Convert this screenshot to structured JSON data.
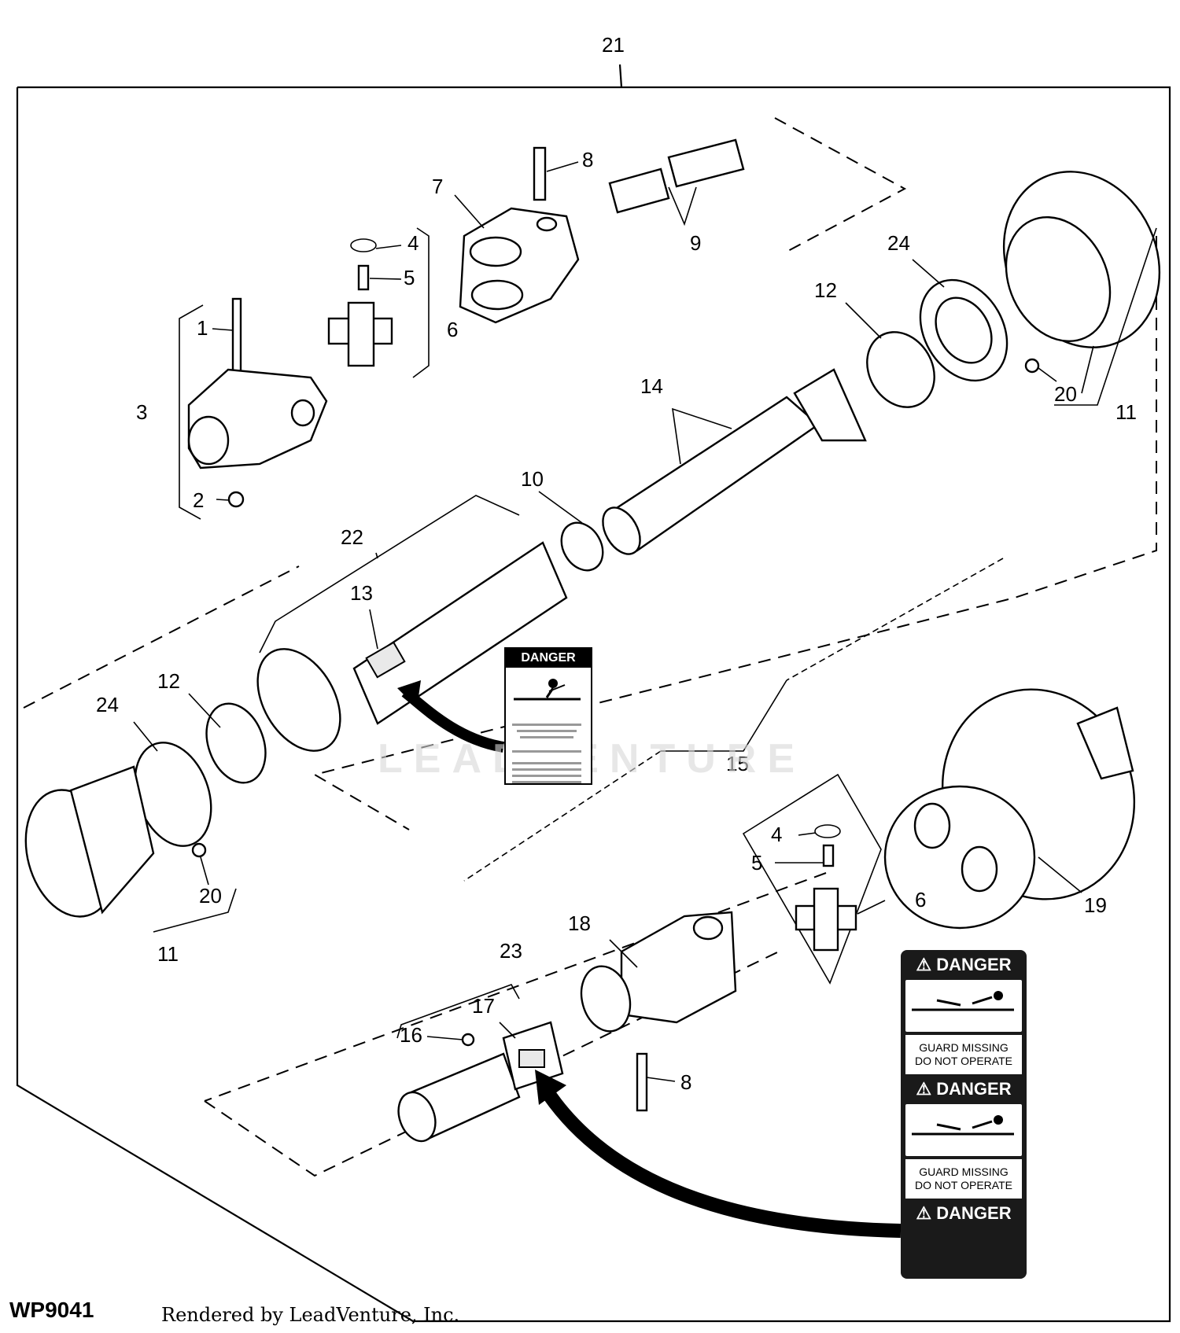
{
  "diagram": {
    "id_label": "WP9041",
    "credit": "Rendered by LeadVenture, Inc.",
    "watermark": "LEADVENTURE",
    "callouts": {
      "c21": "21",
      "c8a": "8",
      "c7": "7",
      "c9": "9",
      "c4a": "4",
      "c5a": "5",
      "c6a": "6",
      "c1": "1",
      "c3": "3",
      "c2": "2",
      "c24a": "24",
      "c12a": "12",
      "c20a": "20",
      "c11a": "11",
      "c14": "14",
      "c10": "10",
      "c22": "22",
      "c13": "13",
      "c12b": "12",
      "c24b": "24",
      "c15": "15",
      "c20b": "20",
      "c11b": "11",
      "c4b": "4",
      "c5b": "5",
      "c6b": "6",
      "c19": "19",
      "c18": "18",
      "c23": "23",
      "c17": "17",
      "c16": "16",
      "c8b": "8"
    },
    "small_decal": {
      "header": "DANGER"
    },
    "large_decal": {
      "header_1": "DANGER",
      "warning_1": [
        "GUARD MISSING",
        "DO NOT OPERATE"
      ],
      "header_2": "DANGER",
      "warning_2": [
        "GUARD MISSING",
        "DO NOT OPERATE"
      ],
      "header_3": "DANGER"
    }
  }
}
